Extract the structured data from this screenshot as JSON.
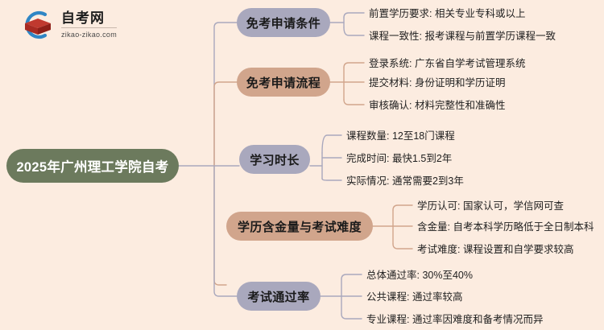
{
  "logo": {
    "title": "自考网",
    "subtitle": "zikao-zikao.com",
    "mark_icon": "graduation-cap-icon",
    "arc_color": "#2f86c5",
    "cap_color": "#c0392f",
    "cap_shadow_color": "#8e1f18"
  },
  "colors": {
    "background": "#fcece0",
    "center_node": "#6c7a5d",
    "center_text": "#ffffff",
    "lavender": "#a9a8bd",
    "tan": "#d1a58c",
    "leaf_text": "#1f1f1f"
  },
  "center": {
    "label": "2025年广州理工学院自考"
  },
  "branches": [
    {
      "label": "免考申请条件",
      "color": "#a9a8bd",
      "leaves": [
        "前置学历要求: 相关专业专科或以上",
        "课程一致性: 报考课程与前置学历课程一致"
      ]
    },
    {
      "label": "免考申请流程",
      "color": "#d1a58c",
      "leaves": [
        "登录系统: 广东省自学考试管理系统",
        "提交材料: 身份证明和学历证明",
        "审核确认: 材料完整性和准确性"
      ]
    },
    {
      "label": "学习时长",
      "color": "#a9a8bd",
      "leaves": [
        "课程数量: 12至18门课程",
        "完成时间: 最快1.5到2年",
        "实际情况: 通常需要2到3年"
      ]
    },
    {
      "label": "学历含金量与考试难度",
      "color": "#d1a58c",
      "leaves": [
        "学历认可: 国家认可，学信网可查",
        "含金量: 自考本科学历略低于全日制本科",
        "考试难度: 课程设置和自学要求较高"
      ]
    },
    {
      "label": "考试通过率",
      "color": "#a9a8bd",
      "leaves": [
        "总体通过率: 30%至40%",
        "公共课程: 通过率较高",
        "专业课程: 通过率因难度和备考情况而异"
      ]
    }
  ]
}
